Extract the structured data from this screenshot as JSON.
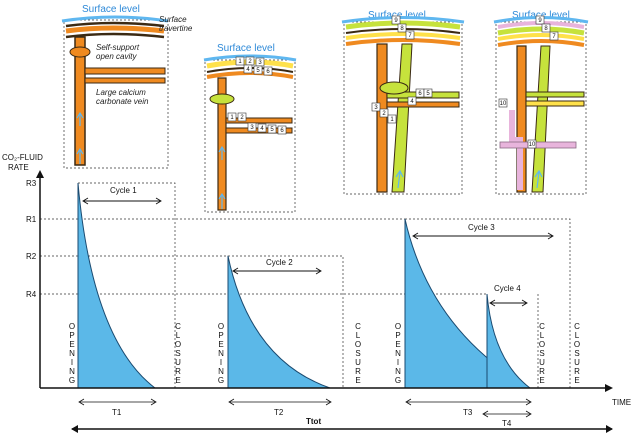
{
  "colors": {
    "fluid_fill": "#5bb8e8",
    "vein_orange": "#ef8a20",
    "vein_green": "#c6e23c",
    "vein_yellow": "#ffe14a",
    "vein_dark": "#3b2a14",
    "surface_blue": "#2f8ad8",
    "late_vein_pink": "#e8b4dc"
  },
  "axes": {
    "y_label_line1": "CO₂-FLUID",
    "y_label_line2": "RATE",
    "x_label": "TIME",
    "rate_levels": [
      "R3",
      "R1",
      "R2",
      "R4"
    ]
  },
  "panels": {
    "surface_label": "Surface level",
    "surface_travertine_line1": "Surface",
    "surface_travertine_line2": "travertine",
    "self_support_line1": "Self-support",
    "self_support_line2": "open cavity",
    "large_vein_line1": "Large calcium",
    "large_vein_line2": "carbonate vein",
    "numbers_p2": [
      "1",
      "2",
      "3",
      "4",
      "5",
      "6",
      "1",
      "2",
      "3",
      "4",
      "5",
      "6"
    ],
    "numbers_p3": [
      "9",
      "8",
      "7",
      "6",
      "5",
      "4",
      "3",
      "2",
      "1"
    ],
    "numbers_p4": [
      "9",
      "8",
      "7",
      "10",
      "10"
    ]
  },
  "cycles": {
    "labels": [
      "Cycle 1",
      "Cycle 2",
      "Cycle 3",
      "Cycle 4"
    ],
    "opening": [
      "O",
      "P",
      "E",
      "N",
      "I",
      "N",
      "G"
    ],
    "closure": [
      "C",
      "L",
      "O",
      "S",
      "U",
      "R",
      "E"
    ]
  },
  "periods": {
    "labels": [
      "T1",
      "T2",
      "T3",
      "T4",
      "Ttot"
    ]
  }
}
